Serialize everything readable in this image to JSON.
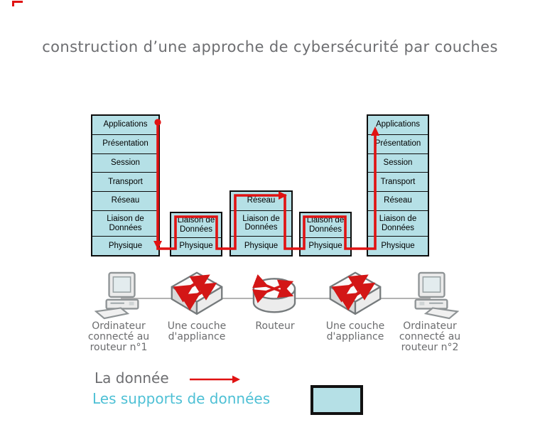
{
  "title": "construction d’une approche de cybersécurité par couches",
  "layer_stacks": [
    {
      "id": "host-1",
      "layers": [
        "Applications",
        "Présentation",
        "Session",
        "Transport",
        "Réseau",
        "Liaison de Données",
        "Physique"
      ]
    },
    {
      "id": "appliance-1",
      "layers": [
        "Liaison de Données",
        "Physique"
      ]
    },
    {
      "id": "router",
      "layers": [
        "Réseau",
        "Liaison de Données",
        "Physique"
      ]
    },
    {
      "id": "appliance-2",
      "layers": [
        "Liaison de Données",
        "Physique"
      ]
    },
    {
      "id": "host-2",
      "layers": [
        "Applications",
        "Présentation",
        "Session",
        "Transport",
        "Réseau",
        "Liaison de Données",
        "Physique"
      ]
    }
  ],
  "devices": [
    {
      "icon": "desktop-computer-icon",
      "label": "Ordinateur\nconnecté au\nrouteur n°1"
    },
    {
      "icon": "network-switch-icon",
      "label": "Une couche\nd'appliance"
    },
    {
      "icon": "router-icon",
      "label": "Routeur"
    },
    {
      "icon": "network-switch-icon",
      "label": "Une couche\nd'appliance"
    },
    {
      "icon": "desktop-computer-icon",
      "label": "Ordinateur\nconnecté au\nrouteur n°2"
    }
  ],
  "legend": {
    "data_flow_label": "La donnée",
    "data_supports_label": "Les supports de données"
  },
  "colors": {
    "support_fill": "#b5e0e6",
    "data_arrow_red": "#e01212",
    "title_gray": "#6d6e71",
    "legend_cyan": "#4ec0d5",
    "stack_border": "#0d0d0d",
    "device_gray": "#8f9496"
  }
}
